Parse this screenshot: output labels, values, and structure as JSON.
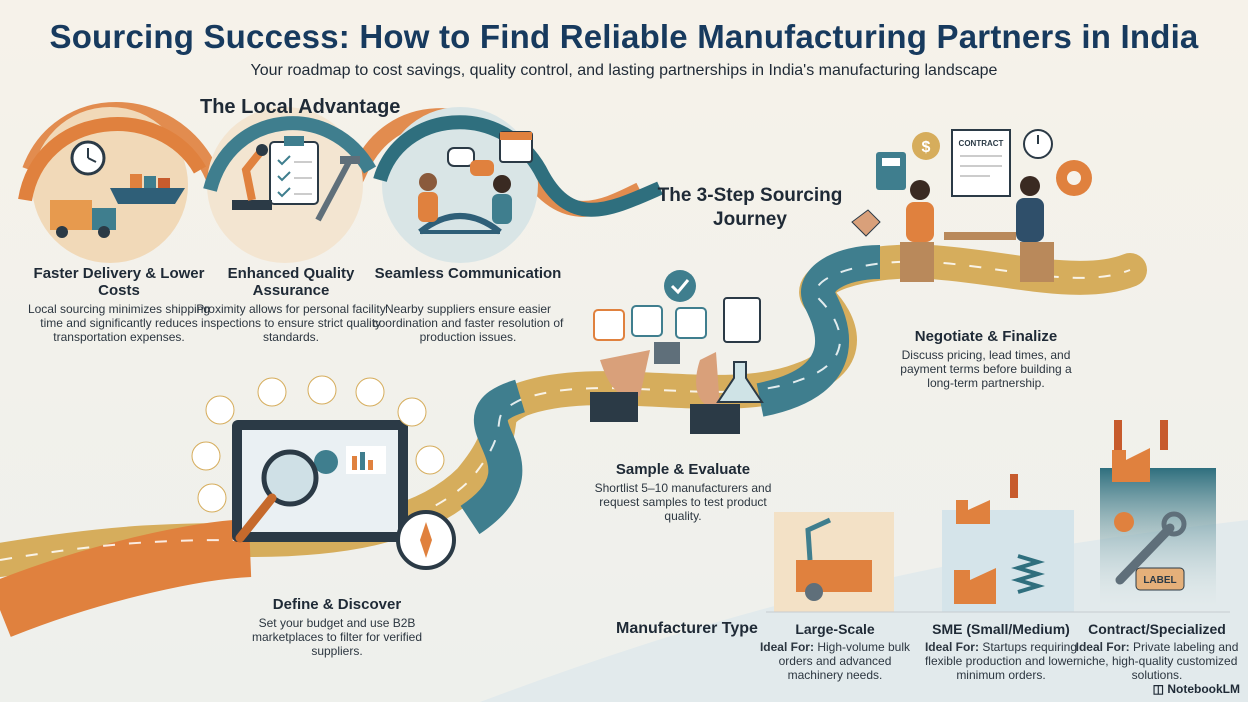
{
  "header": {
    "title": "Sourcing Success: How to Find Reliable Manufacturing Partners in India",
    "subtitle": "Your roadmap to cost savings, quality control, and lasting partnerships in India's manufacturing landscape"
  },
  "local_advantage": {
    "title": "The Local Advantage",
    "items": [
      {
        "heading": "Faster Delivery & Lower Costs",
        "text": "Local sourcing minimizes shipping time and significantly reduces transportation expenses."
      },
      {
        "heading": "Enhanced Quality Assurance",
        "text": "Proximity allows for personal facility inspections to ensure strict quality standards."
      },
      {
        "heading": "Seamless Communication",
        "text": "Nearby suppliers ensure easier coordination and faster resolution of production issues."
      }
    ]
  },
  "journey": {
    "title": "The 3-Step Sourcing Journey",
    "steps": [
      {
        "heading": "Define & Discover",
        "text": "Set your budget and use B2B marketplaces to filter for verified suppliers."
      },
      {
        "heading": "Sample & Evaluate",
        "text": "Shortlist 5–10 manufacturers and request samples to test product quality."
      },
      {
        "heading": "Negotiate & Finalize",
        "text": "Discuss pricing, lead times, and payment terms before building a long-term partnership."
      }
    ]
  },
  "manufacturer_types": {
    "label": "Manufacturer Type",
    "ideal_prefix": "Ideal For:",
    "columns": [
      {
        "heading": "Large-Scale",
        "ideal": "High-volume bulk orders and advanced machinery needs."
      },
      {
        "heading": "SME (Small/Medium)",
        "ideal": "Startups requiring flexible production and lower minimum orders."
      },
      {
        "heading": "Contract/Specialized",
        "ideal": "Private labeling and niche, high-quality customized solutions."
      }
    ]
  },
  "illustration_labels": {
    "contract": "CONTRACT",
    "label_tag": "LABEL"
  },
  "brand": "NotebookLM",
  "colors": {
    "orange": "#e0813e",
    "teal": "#3f7e8e",
    "navy": "#173a5e",
    "sand": "#d6ad5c"
  },
  "icons": [
    "clock-icon",
    "ship-icon",
    "truck-icon",
    "robot-arm-icon",
    "clipboard-icon",
    "caliper-icon",
    "chat-bubble-icon",
    "calendar-icon",
    "bridge-icon",
    "laptop-icon",
    "magnifier-icon",
    "compass-icon",
    "microchip-icon",
    "flask-icon",
    "checkmark-icon",
    "handshake-icon",
    "contract-icon",
    "calculator-icon",
    "dollar-icon",
    "gear-icon",
    "factory-icon",
    "wrench-icon",
    "label-tag-icon"
  ]
}
